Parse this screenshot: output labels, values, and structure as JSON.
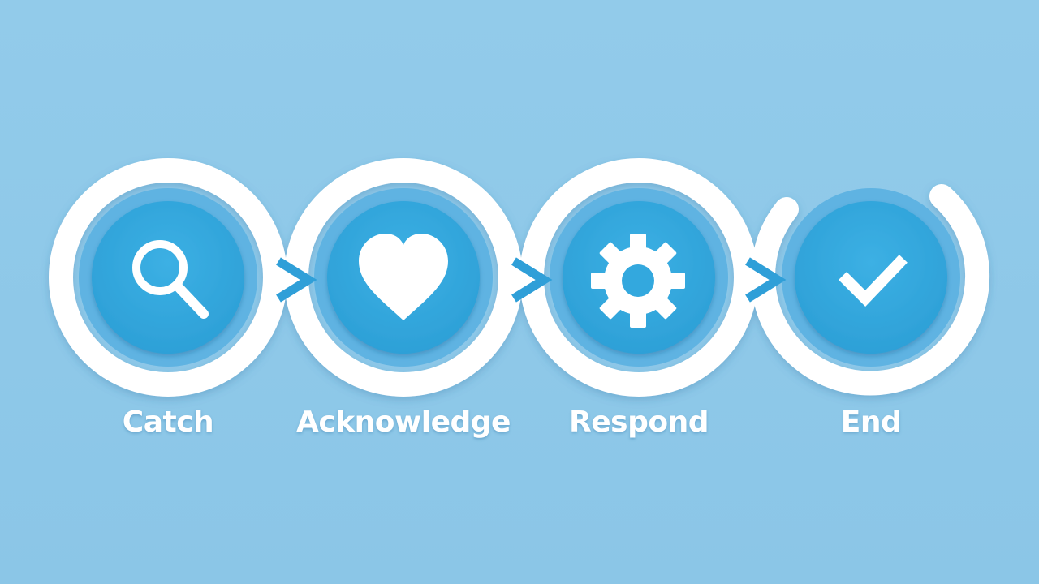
{
  "colors": {
    "background": "#8ec8e8",
    "ring": "#ffffff",
    "inner_halo": "#5fb3e2",
    "disc": "#33a8de",
    "arrow": "#2f9fd8",
    "icon": "#ffffff"
  },
  "steps": [
    {
      "label": "Catch",
      "icon": "magnifier-icon"
    },
    {
      "label": "Acknowledge",
      "icon": "heart-icon"
    },
    {
      "label": "Respond",
      "icon": "gear-icon"
    },
    {
      "label": "End",
      "icon": "checkmark-icon"
    }
  ],
  "connectors": [
    "chevron-right-icon",
    "chevron-right-icon",
    "chevron-right-icon"
  ]
}
